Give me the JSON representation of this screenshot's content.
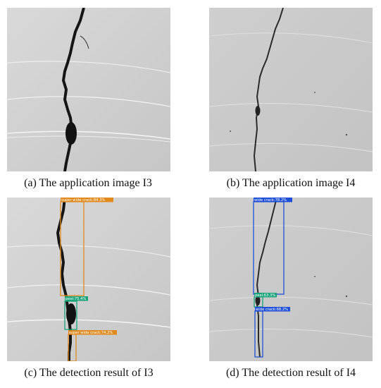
{
  "panels": {
    "a": {
      "caption": "(a) The application image  I3"
    },
    "b": {
      "caption": "(b) The application image  I4"
    },
    "c": {
      "caption": "(c) The detection result of I3",
      "detections": [
        {
          "label": "super wide crack:84.3%",
          "class": "super wide crack",
          "color": "#e08a1e"
        },
        {
          "label": "peel:75.4%",
          "class": "peel",
          "color": "#1aa37a"
        },
        {
          "label": "super wide crack:74.2%",
          "class": "super wide crack",
          "color": "#e08a1e"
        }
      ]
    },
    "d": {
      "caption": "(d) The detection result of I4",
      "detections": [
        {
          "label": "wide crack:78.2%",
          "class": "wide crack",
          "color": "#1f4fd6"
        },
        {
          "label": "peel:63.3%",
          "class": "peel",
          "color": "#1aa37a"
        },
        {
          "label": "wide crack:68.2%",
          "class": "wide crack",
          "color": "#1f4fd6"
        }
      ]
    }
  }
}
